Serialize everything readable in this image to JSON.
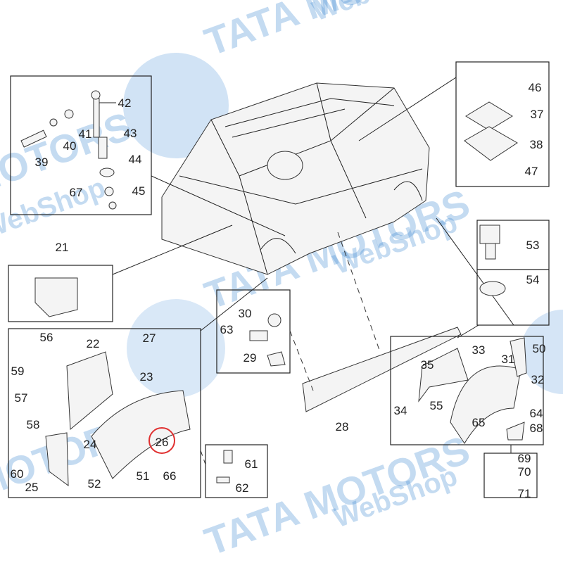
{
  "watermark": {
    "brand": "TATA MOTORS",
    "shop": "WebShop",
    "color": "#2f7fd0"
  },
  "highlight_color": "#e03030",
  "highlighted_part": "26",
  "groups": {
    "strut_mount": [
      "42",
      "41",
      "40",
      "43",
      "39",
      "44",
      "67",
      "45"
    ],
    "cover_plate": [
      "46",
      "37",
      "38",
      "47"
    ],
    "bracket": [
      "21"
    ],
    "clips": [
      "30",
      "63",
      "29"
    ],
    "front_liner": [
      "56",
      "27",
      "22",
      "59",
      "23",
      "57",
      "58",
      "24",
      "26",
      "60",
      "52",
      "51",
      "66",
      "25"
    ],
    "fasteners_front": [
      "61",
      "62"
    ],
    "sill": [
      "28"
    ],
    "bolt_washer": [
      "53",
      "54"
    ],
    "rear_liner": [
      "33",
      "35",
      "31",
      "50",
      "32",
      "34",
      "55",
      "64",
      "65",
      "68"
    ],
    "rear_fasteners": [
      "69",
      "70",
      "71"
    ]
  }
}
